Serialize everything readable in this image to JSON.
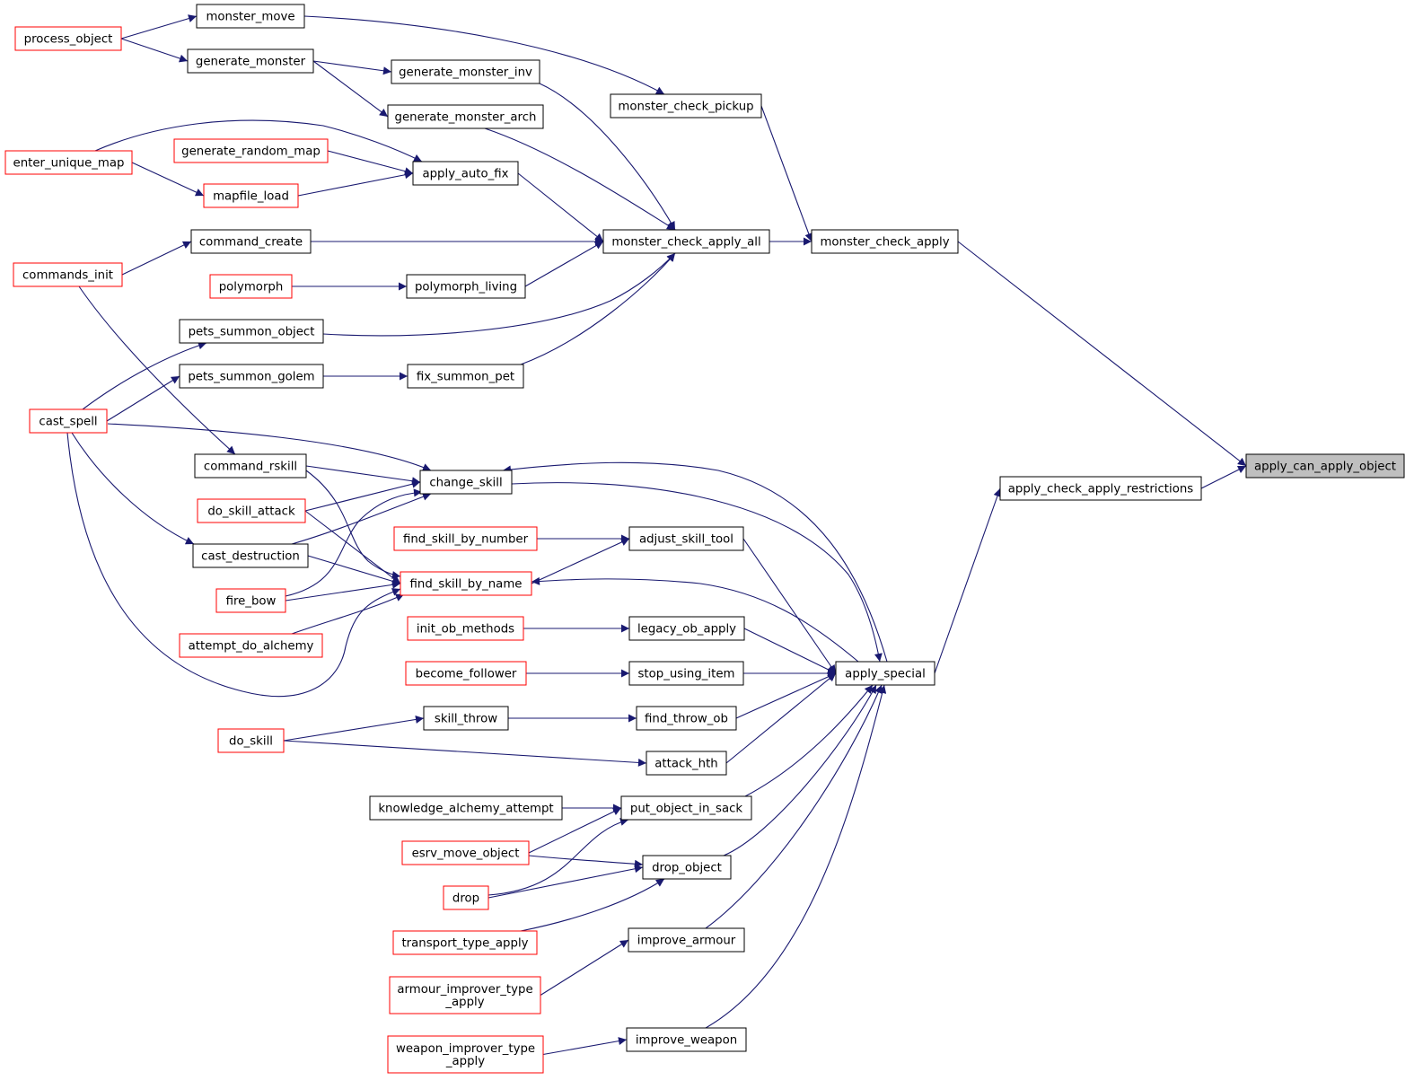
{
  "diagram": {
    "edge_color": "#191970",
    "border_default": "#000000",
    "border_truncated": "#ff0000",
    "highlight_fill": "#bfbfbf",
    "nodes": {
      "n1": {
        "label": [
          "apply_can_apply_object"
        ],
        "kind": "focus"
      },
      "n2": {
        "label": [
          "apply_check_apply_restrictions"
        ],
        "kind": "normal"
      },
      "n3": {
        "label": [
          "monster_check_apply"
        ],
        "kind": "normal"
      },
      "n4": {
        "label": [
          "apply_special"
        ],
        "kind": "normal"
      },
      "n5": {
        "label": [
          "monster_check_apply_all"
        ],
        "kind": "normal"
      },
      "n6": {
        "label": [
          "monster_check_pickup"
        ],
        "kind": "normal"
      },
      "n7": {
        "label": [
          "monster_move"
        ],
        "kind": "normal"
      },
      "n8": {
        "label": [
          "process_object"
        ],
        "kind": "truncated"
      },
      "n9": {
        "label": [
          "generate_monster"
        ],
        "kind": "normal"
      },
      "n10": {
        "label": [
          "generate_monster_inv"
        ],
        "kind": "normal"
      },
      "n11": {
        "label": [
          "generate_monster_arch"
        ],
        "kind": "normal"
      },
      "n12": {
        "label": [
          "apply_auto_fix"
        ],
        "kind": "normal"
      },
      "n13": {
        "label": [
          "generate_random_map"
        ],
        "kind": "truncated"
      },
      "n14": {
        "label": [
          "enter_unique_map"
        ],
        "kind": "truncated"
      },
      "n15": {
        "label": [
          "mapfile_load"
        ],
        "kind": "truncated"
      },
      "n16": {
        "label": [
          "command_create"
        ],
        "kind": "normal"
      },
      "n17": {
        "label": [
          "commands_init"
        ],
        "kind": "truncated"
      },
      "n18": {
        "label": [
          "polymorph_living"
        ],
        "kind": "normal"
      },
      "n19": {
        "label": [
          "polymorph"
        ],
        "kind": "truncated"
      },
      "n20": {
        "label": [
          "pets_summon_object"
        ],
        "kind": "normal"
      },
      "n21": {
        "label": [
          "fix_summon_pet"
        ],
        "kind": "normal"
      },
      "n22": {
        "label": [
          "pets_summon_golem"
        ],
        "kind": "normal"
      },
      "n23": {
        "label": [
          "cast_spell"
        ],
        "kind": "truncated"
      },
      "n24": {
        "label": [
          "change_skill"
        ],
        "kind": "normal"
      },
      "n25": {
        "label": [
          "command_rskill"
        ],
        "kind": "normal"
      },
      "n26": {
        "label": [
          "do_skill_attack"
        ],
        "kind": "truncated"
      },
      "n27": {
        "label": [
          "cast_destruction"
        ],
        "kind": "normal"
      },
      "n28": {
        "label": [
          "fire_bow"
        ],
        "kind": "truncated"
      },
      "n29": {
        "label": [
          "find_skill_by_name"
        ],
        "kind": "truncated"
      },
      "n30": {
        "label": [
          "attempt_do_alchemy"
        ],
        "kind": "truncated"
      },
      "n31": {
        "label": [
          "adjust_skill_tool"
        ],
        "kind": "normal"
      },
      "n32": {
        "label": [
          "find_skill_by_number"
        ],
        "kind": "truncated"
      },
      "n33": {
        "label": [
          "legacy_ob_apply"
        ],
        "kind": "normal"
      },
      "n34": {
        "label": [
          "init_ob_methods"
        ],
        "kind": "truncated"
      },
      "n35": {
        "label": [
          "stop_using_item"
        ],
        "kind": "normal"
      },
      "n36": {
        "label": [
          "become_follower"
        ],
        "kind": "truncated"
      },
      "n37": {
        "label": [
          "find_throw_ob"
        ],
        "kind": "normal"
      },
      "n38": {
        "label": [
          "skill_throw"
        ],
        "kind": "normal"
      },
      "n39": {
        "label": [
          "do_skill"
        ],
        "kind": "truncated"
      },
      "n40": {
        "label": [
          "attack_hth"
        ],
        "kind": "normal"
      },
      "n41": {
        "label": [
          "put_object_in_sack"
        ],
        "kind": "normal"
      },
      "n42": {
        "label": [
          "knowledge_alchemy_attempt"
        ],
        "kind": "normal"
      },
      "n43": {
        "label": [
          "esrv_move_object"
        ],
        "kind": "truncated"
      },
      "n44": {
        "label": [
          "drop_object"
        ],
        "kind": "normal"
      },
      "n45": {
        "label": [
          "drop"
        ],
        "kind": "truncated"
      },
      "n46": {
        "label": [
          "transport_type_apply"
        ],
        "kind": "truncated"
      },
      "n47": {
        "label": [
          "improve_armour"
        ],
        "kind": "normal"
      },
      "n48": {
        "label": [
          "armour_improver_type",
          "_apply"
        ],
        "kind": "truncated"
      },
      "n49": {
        "label": [
          "improve_weapon"
        ],
        "kind": "normal"
      },
      "n50": {
        "label": [
          "weapon_improver_type",
          "_apply"
        ],
        "kind": "truncated"
      }
    },
    "edges": [
      {
        "from": "n2",
        "to": "n1"
      },
      {
        "from": "n3",
        "to": "n1"
      },
      {
        "from": "n4",
        "to": "n2"
      },
      {
        "from": "n5",
        "to": "n3"
      },
      {
        "from": "n6",
        "to": "n3"
      },
      {
        "from": "n7",
        "to": "n6"
      },
      {
        "from": "n8",
        "to": "n7"
      },
      {
        "from": "n8",
        "to": "n9"
      },
      {
        "from": "n9",
        "to": "n10"
      },
      {
        "from": "n9",
        "to": "n11"
      },
      {
        "from": "n10",
        "to": "n5"
      },
      {
        "from": "n11",
        "to": "n5"
      },
      {
        "from": "n12",
        "to": "n5"
      },
      {
        "from": "n13",
        "to": "n12"
      },
      {
        "from": "n14",
        "to": "n12"
      },
      {
        "from": "n14",
        "to": "n15"
      },
      {
        "from": "n15",
        "to": "n12"
      },
      {
        "from": "n16",
        "to": "n5"
      },
      {
        "from": "n17",
        "to": "n16"
      },
      {
        "from": "n17",
        "to": "n25"
      },
      {
        "from": "n18",
        "to": "n5"
      },
      {
        "from": "n19",
        "to": "n18"
      },
      {
        "from": "n20",
        "to": "n5"
      },
      {
        "from": "n21",
        "to": "n5"
      },
      {
        "from": "n22",
        "to": "n21"
      },
      {
        "from": "n23",
        "to": "n20"
      },
      {
        "from": "n23",
        "to": "n22"
      },
      {
        "from": "n23",
        "to": "n24"
      },
      {
        "from": "n23",
        "to": "n27"
      },
      {
        "from": "n23",
        "to": "n29"
      },
      {
        "from": "n24",
        "to": "n4"
      },
      {
        "from": "n4",
        "to": "n24"
      },
      {
        "from": "n25",
        "to": "n24"
      },
      {
        "from": "n25",
        "to": "n29"
      },
      {
        "from": "n26",
        "to": "n24"
      },
      {
        "from": "n26",
        "to": "n29"
      },
      {
        "from": "n27",
        "to": "n24"
      },
      {
        "from": "n27",
        "to": "n29"
      },
      {
        "from": "n28",
        "to": "n24"
      },
      {
        "from": "n28",
        "to": "n29"
      },
      {
        "from": "n30",
        "to": "n29"
      },
      {
        "from": "n29",
        "to": "n31"
      },
      {
        "from": "n4",
        "to": "n29"
      },
      {
        "from": "n32",
        "to": "n31"
      },
      {
        "from": "n31",
        "to": "n4"
      },
      {
        "from": "n34",
        "to": "n33"
      },
      {
        "from": "n33",
        "to": "n4"
      },
      {
        "from": "n36",
        "to": "n35"
      },
      {
        "from": "n35",
        "to": "n4"
      },
      {
        "from": "n38",
        "to": "n37"
      },
      {
        "from": "n39",
        "to": "n38"
      },
      {
        "from": "n37",
        "to": "n4"
      },
      {
        "from": "n39",
        "to": "n40"
      },
      {
        "from": "n40",
        "to": "n4"
      },
      {
        "from": "n41",
        "to": "n4"
      },
      {
        "from": "n42",
        "to": "n41"
      },
      {
        "from": "n43",
        "to": "n41"
      },
      {
        "from": "n43",
        "to": "n44"
      },
      {
        "from": "n45",
        "to": "n41"
      },
      {
        "from": "n45",
        "to": "n44"
      },
      {
        "from": "n44",
        "to": "n4"
      },
      {
        "from": "n46",
        "to": "n44"
      },
      {
        "from": "n47",
        "to": "n4"
      },
      {
        "from": "n48",
        "to": "n47"
      },
      {
        "from": "n49",
        "to": "n4"
      },
      {
        "from": "n50",
        "to": "n49"
      }
    ]
  }
}
